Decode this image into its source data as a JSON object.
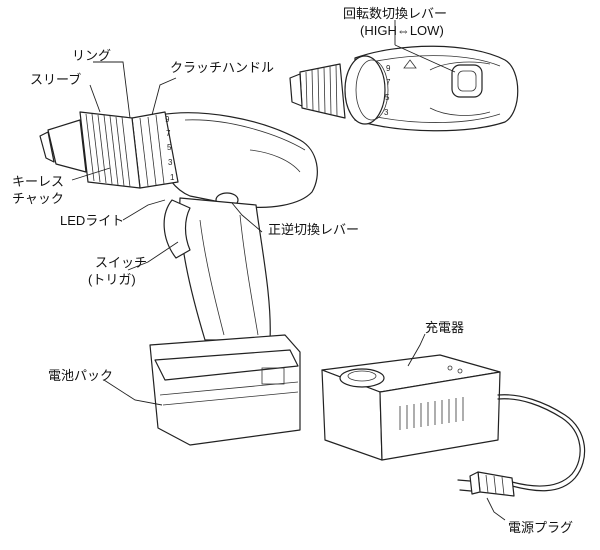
{
  "labels": {
    "speed_lever": "回転数切換レバー",
    "speed_lever_sub": "(HIGH⇔LOW)",
    "ring": "リング",
    "clutch_handle": "クラッチハンドル",
    "sleeve": "スリーブ",
    "keyless_chuck_line1": "キーレス",
    "keyless_chuck_line2": "チャック",
    "led_light": "LEDライト",
    "reverse_lever": "正逆切換レバー",
    "switch_line1": "スイッチ",
    "switch_line2": "(トリガ)",
    "battery_pack": "電池パック",
    "charger": "充電器",
    "power_plug": "電源プラグ"
  },
  "clutch_numbers": [
    "1",
    "3",
    "5",
    "7",
    "9"
  ],
  "dial_numbers": [
    "3",
    "5",
    "7",
    "9"
  ]
}
